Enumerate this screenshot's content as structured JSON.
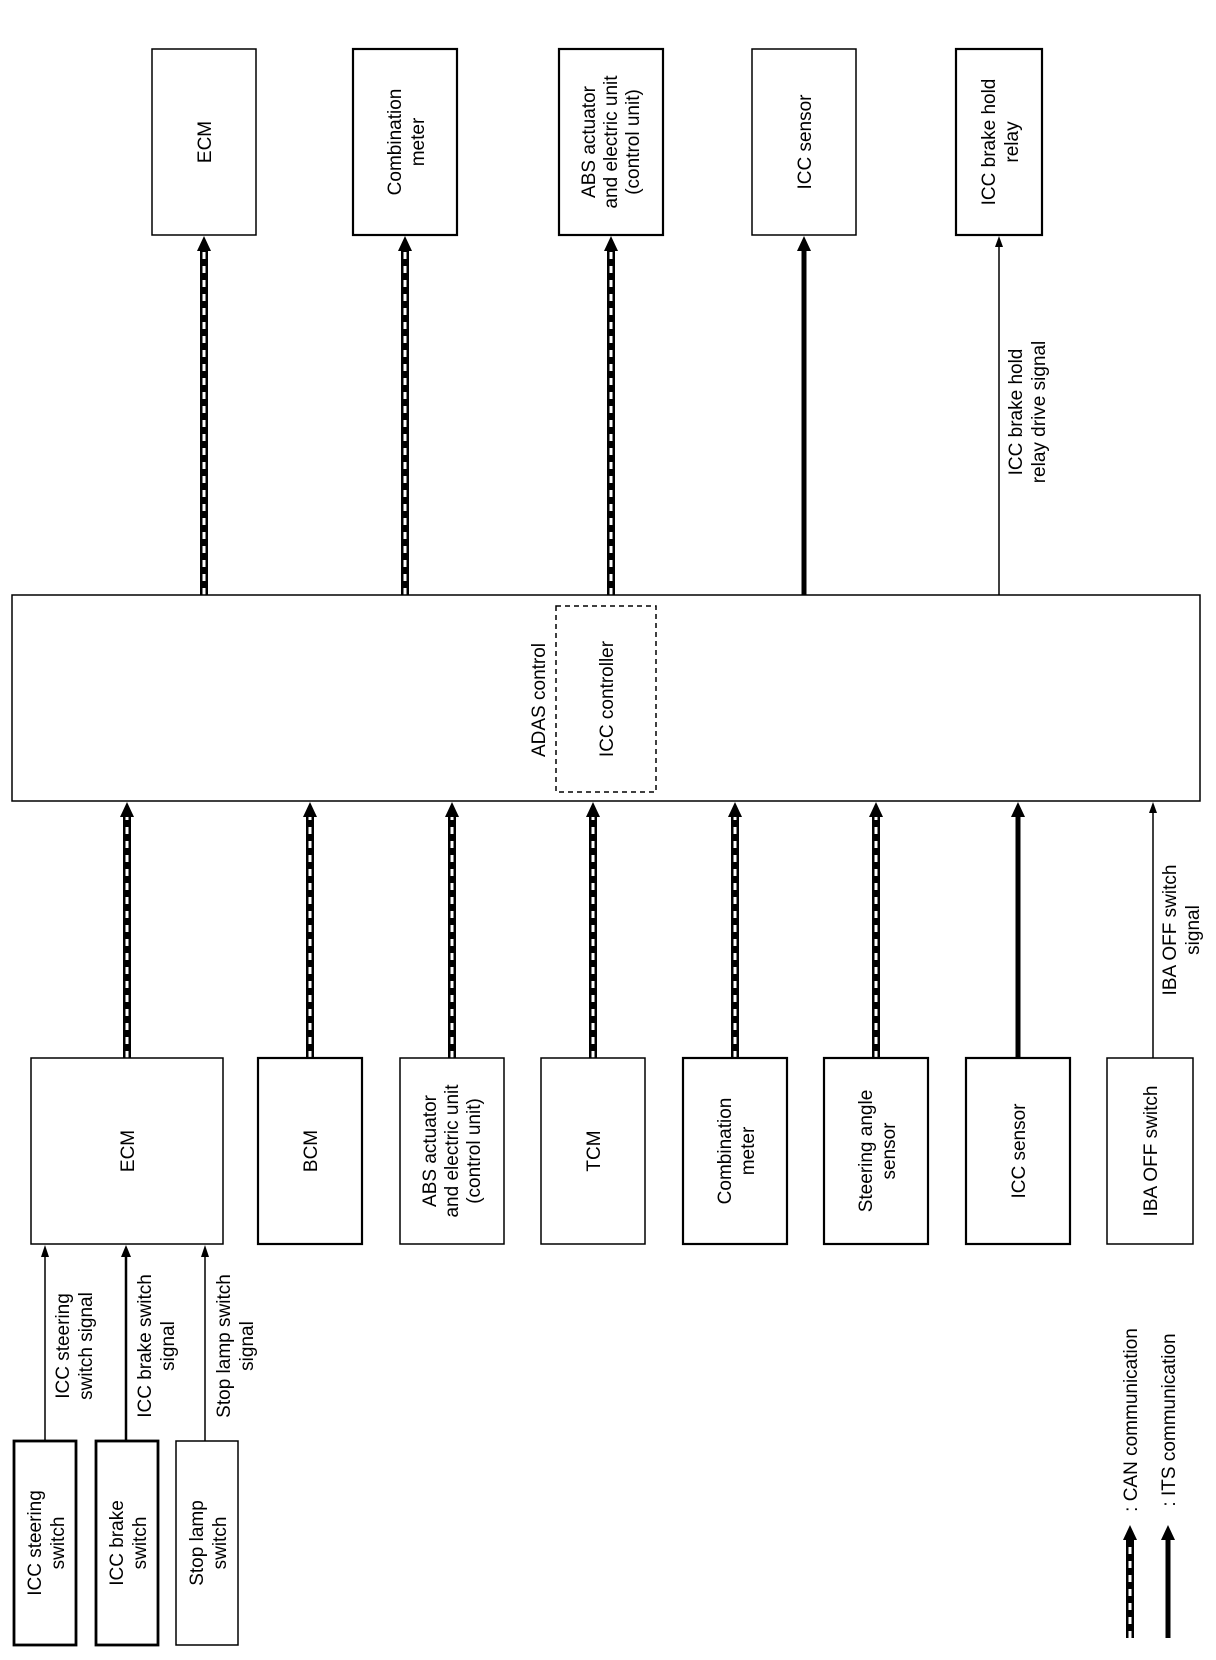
{
  "top_blocks": [
    {
      "id": "ecm_out",
      "lines": [
        "ECM"
      ]
    },
    {
      "id": "meter_out",
      "lines": [
        "Combination",
        "meter"
      ]
    },
    {
      "id": "abs_out",
      "lines": [
        "ABS actuator",
        "and electric unit",
        "(control unit)"
      ]
    },
    {
      "id": "icc_sensor_out",
      "lines": [
        "ICC sensor"
      ]
    },
    {
      "id": "relay_out",
      "lines": [
        "ICC brake hold",
        "relay"
      ]
    }
  ],
  "relay_signal": [
    "ICC brake hold",
    "relay drive signal"
  ],
  "center": {
    "title": "ADAS control",
    "sub": "ICC controller"
  },
  "bottom_blocks": [
    {
      "id": "ecm_in",
      "lines": [
        "ECM"
      ]
    },
    {
      "id": "bcm_in",
      "lines": [
        "BCM"
      ]
    },
    {
      "id": "abs_in",
      "lines": [
        "ABS actuator",
        "and electric unit",
        "(control unit)"
      ]
    },
    {
      "id": "tcm_in",
      "lines": [
        "TCM"
      ]
    },
    {
      "id": "meter_in",
      "lines": [
        "Combination",
        "meter"
      ]
    },
    {
      "id": "steer_in",
      "lines": [
        "Steering angle",
        "sensor"
      ]
    },
    {
      "id": "icc_sensor_in",
      "lines": [
        "ICC sensor"
      ]
    },
    {
      "id": "iba_in",
      "lines": [
        "IBA OFF switch"
      ]
    }
  ],
  "iba_signal": [
    "IBA OFF switch",
    "signal"
  ],
  "switches": [
    {
      "id": "steer_sw",
      "lines": [
        "ICC steering",
        "switch"
      ]
    },
    {
      "id": "brake_sw",
      "lines": [
        "ICC brake",
        "switch"
      ]
    },
    {
      "id": "stop_sw",
      "lines": [
        "Stop lamp",
        "switch"
      ]
    }
  ],
  "switch_signals": [
    {
      "id": "steer_sig",
      "lines": [
        "ICC steering",
        "switch signal"
      ]
    },
    {
      "id": "brake_sig",
      "lines": [
        "ICC brake switch",
        "signal"
      ]
    },
    {
      "id": "stop_sig",
      "lines": [
        "Stop lamp switch",
        "signal"
      ]
    }
  ],
  "legend": [
    {
      "id": "can",
      "label": ": CAN communication"
    },
    {
      "id": "its",
      "label": ": ITS communication"
    }
  ]
}
